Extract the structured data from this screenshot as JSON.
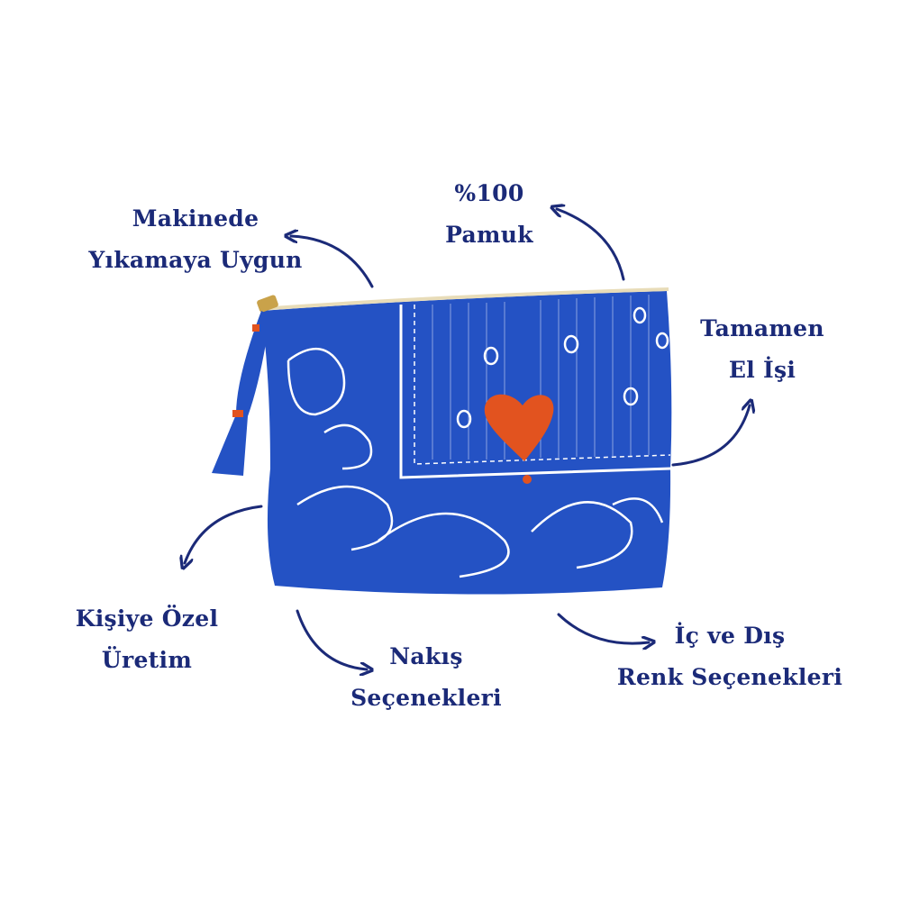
{
  "colors": {
    "text": "#1b2a78",
    "bag": "#2452c4",
    "heart": "#e2531f",
    "zipper": "#c9a24a"
  },
  "features": [
    {
      "line1": "Makinede",
      "line2": "Yıkamaya Uygun"
    },
    {
      "line1": "%100",
      "line2": "Pamuk"
    },
    {
      "line1": "Tamamen",
      "line2": "El İşi"
    },
    {
      "line1": "Kişiye Özel",
      "line2": "Üretim"
    },
    {
      "line1": "Nakış",
      "line2": "Seçenekleri"
    },
    {
      "line1": "İç ve Dış",
      "line2": "Renk Seçenekleri"
    }
  ]
}
